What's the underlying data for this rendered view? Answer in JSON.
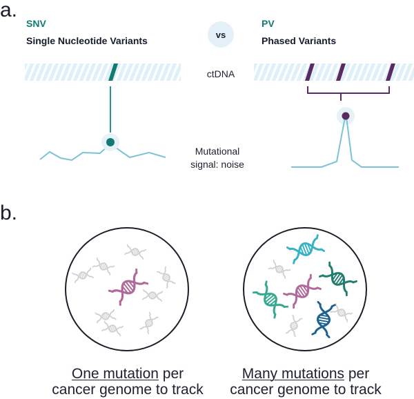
{
  "panel_a": {
    "label": "a.",
    "left": {
      "abbr": "SNV",
      "title": "Single Nucleotide Variants"
    },
    "vs_label": "vs",
    "right": {
      "abbr": "PV",
      "title": "Phased Variants"
    },
    "ctdna_label": "ctDNA",
    "signal_label_line1": "Mutational",
    "signal_label_line2": "signal: noise"
  },
  "panel_b": {
    "label": "b.",
    "left_caption": {
      "underlined": "One mutation",
      "rest_line1": " per",
      "line2": "cancer genome to track"
    },
    "right_caption": {
      "underlined": "Many mutations",
      "rest_line1": " per",
      "line2": "cancer genome to track"
    }
  },
  "colors": {
    "snv_teal": "#117a72",
    "pv_purple": "#5a2a63",
    "strand_light": "#dff0f8",
    "signal_line": "#7cc3d3",
    "dna_gray": "#cfcfd2",
    "dna_pink": "#b06a9a",
    "dna_cyan": "#35b3c6",
    "dna_green": "#1f7e6e",
    "dna_teal": "#35a88f",
    "dna_blue": "#1c6190",
    "circle_stroke": "#1b1d28"
  }
}
